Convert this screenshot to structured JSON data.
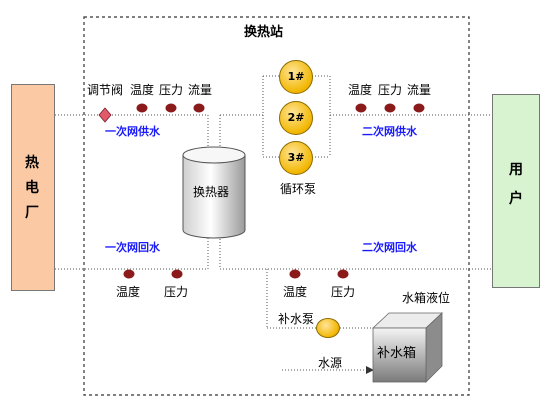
{
  "station_title": "换热站",
  "heat_plant_chars": [
    "热",
    "电",
    "厂"
  ],
  "user_chars": [
    "用",
    "户"
  ],
  "labels": {
    "valve": "调节阀",
    "temp": "温度",
    "pressure": "压力",
    "flow": "流量",
    "primary_supply": "一次网供水",
    "secondary_supply": "二次网供水",
    "primary_return": "一次网回水",
    "secondary_return": "二次网回水",
    "heat_exchanger": "换热器",
    "circulation_pump": "循环泵",
    "makeup_pump": "补水泵",
    "water_source": "水源",
    "tank_level": "水箱液位",
    "makeup_tank": "补水箱"
  },
  "pumps": [
    "1#",
    "2#",
    "3#"
  ],
  "colors": {
    "sensor": "#8b1a1a",
    "pump_yellow": "#f2b600",
    "label_blue": "#1a1aff",
    "heat_plant": "#fbc9a4",
    "user": "#d7f3cf"
  }
}
